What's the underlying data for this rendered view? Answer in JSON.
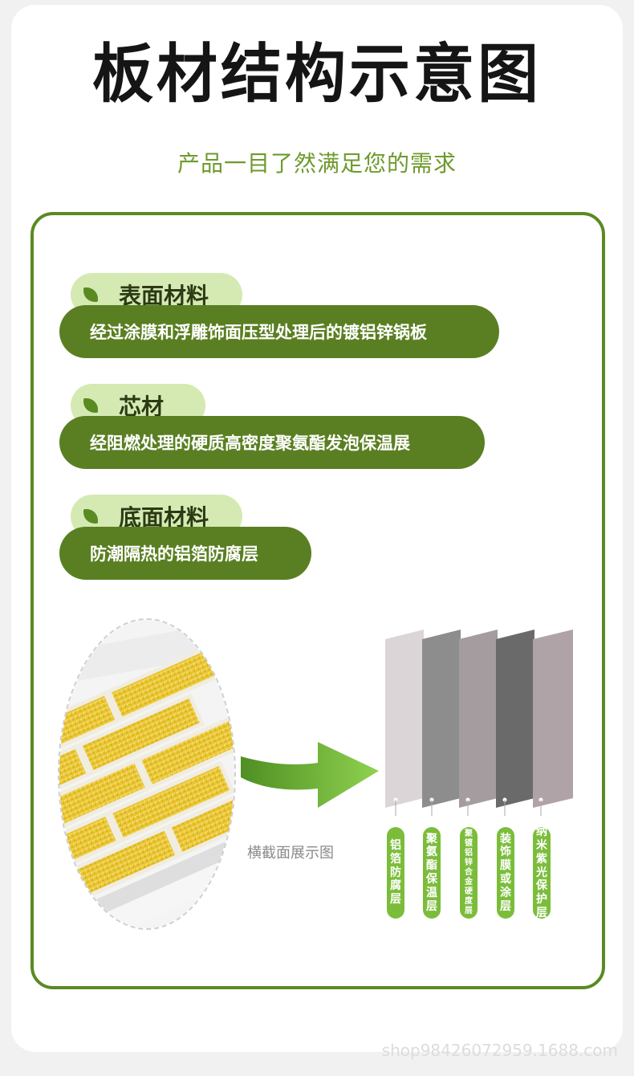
{
  "title": "板材结构示意图",
  "subtitle": "产品一目了然满足您的需求",
  "sections": [
    {
      "label": "表面材料",
      "desc": "经过涂膜和浮雕饰面压型处理后的镀铝锌锅板"
    },
    {
      "label": "芯材",
      "desc": "经阻燃处理的硬质高密度聚氨酯发泡保温展"
    },
    {
      "label": "底面材料",
      "desc": "防潮隔热的铝箔防腐层"
    }
  ],
  "caption": "横截面展示图",
  "layers": [
    {
      "label": "铝箔防腐层",
      "color": "#dcd5d8"
    },
    {
      "label": "聚氨酯保温层",
      "color": "#8e8d8d"
    },
    {
      "label": "聚镀铝锌合金硬度层",
      "color": "#a59c9f"
    },
    {
      "label": "装饰膜或涂层",
      "color": "#6b6a6a"
    },
    {
      "label": "纳米紫光保护层",
      "color": "#b0a3a7"
    }
  ],
  "colors": {
    "accent": "#5a8a22",
    "label_green": "#7bbd3a",
    "tab_bg": "#d4eab2"
  },
  "watermark": "shop98426072959.1688.com"
}
